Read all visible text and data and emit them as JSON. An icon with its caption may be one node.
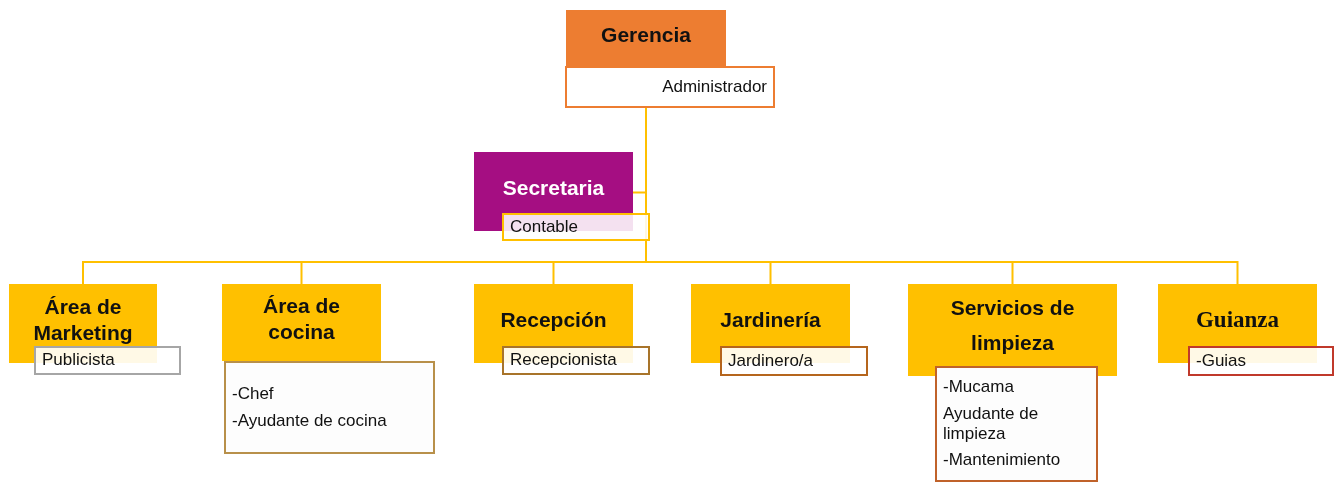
{
  "diagram": {
    "nodes": [
      {
        "text": [
          "Gerencia"
        ]
      },
      {
        "text": [
          "Administrador"
        ]
      },
      {
        "text": [
          "Secretaria"
        ]
      },
      {
        "text": [
          "Contable"
        ]
      },
      {
        "text": [
          "Área de Marketing"
        ]
      },
      {
        "text": [
          "Publicista"
        ]
      },
      {
        "text": [
          "Área de cocina"
        ]
      },
      {
        "text": [
          "-Chef",
          "-Ayudante de cocina"
        ]
      },
      {
        "text": [
          "Recepción"
        ]
      },
      {
        "text": [
          "Recepcionista"
        ]
      },
      {
        "text": [
          "Jardinería"
        ]
      },
      {
        "text": [
          "Jardinero/a"
        ]
      },
      {
        "text": [
          "Servicios de limpieza"
        ]
      },
      {
        "text": [
          "-Mucama",
          "Ayudante de limpieza",
          "-Mantenimiento"
        ]
      },
      {
        "text": [
          "Guianza"
        ]
      },
      {
        "text": [
          "-Guias"
        ]
      }
    ],
    "edges": [
      {
        "from": 1,
        "to": 2,
        "arrow": "none"
      },
      {
        "from": 1,
        "to": 4,
        "arrow": "none"
      },
      {
        "from": 1,
        "to": 6,
        "arrow": "none"
      },
      {
        "from": 1,
        "to": 8,
        "arrow": "none"
      },
      {
        "from": 1,
        "to": 10,
        "arrow": "none"
      },
      {
        "from": 1,
        "to": 12,
        "arrow": "none"
      },
      {
        "from": 1,
        "to": 14,
        "arrow": "none"
      }
    ]
  }
}
